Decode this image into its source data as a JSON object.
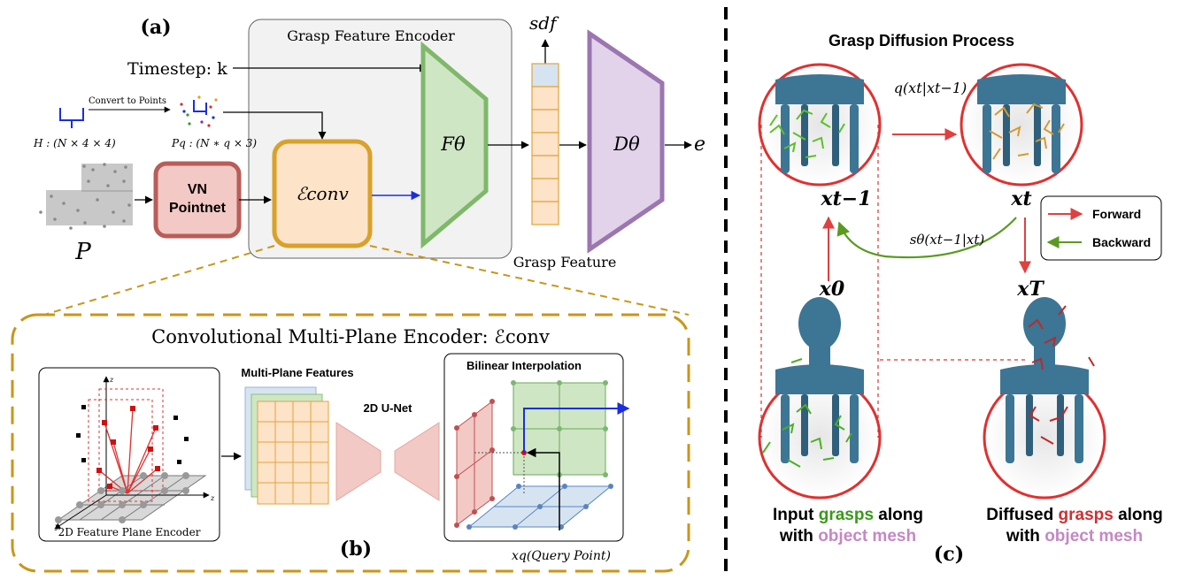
{
  "panel_a": {
    "label": "(a)",
    "encoder_title": "Grasp Feature Encoder",
    "timestep": "Timestep: k",
    "convert_label": "Convert to Points",
    "h_label": "H : (N × 4 × 4)",
    "pq_label": "Pq : (N ∗ q × 3)",
    "p_label": "P",
    "vn_line1": "VN",
    "vn_line2": "Pointnet",
    "econv": "ℰconv",
    "f_theta": "Fθ",
    "sdf": "sdf",
    "d_theta": "Dθ",
    "e": "e",
    "grasp_feature": "Grasp Feature"
  },
  "panel_b": {
    "title": "Convolutional Multi-Plane Encoder: ℰconv",
    "plane_encoder": "2D Feature Plane Encoder",
    "multi_plane": "Multi-Plane Features",
    "unet": "2D U-Net",
    "bilinear": "Bilinear Interpolation",
    "query": "xq(Query Point)",
    "label": "(b)",
    "axis_z": "z",
    "axis_y": "y",
    "axis_z2": "z"
  },
  "panel_c": {
    "title": "Grasp Diffusion Process",
    "q_label": "q(xt|xt−1)",
    "x_t_minus_1": "xt−1",
    "x_t": "xt",
    "s_label": "sθ(xt−1|xt)",
    "x_0": "x0",
    "x_T": "xT",
    "legend_forward": "Forward",
    "legend_backward": "Backward",
    "caption_left_1a": "Input ",
    "caption_left_1b": "grasps",
    "caption_left_1c": " along",
    "caption_left_2a": "with ",
    "caption_left_2b": "object mesh",
    "caption_right_1a": "Diffused ",
    "caption_right_1b": "grasps",
    "caption_right_1c": " along",
    "caption_right_2a": "with ",
    "caption_right_2b": "object mesh",
    "label": "(c)"
  },
  "colors": {
    "vn_fill": "#f2c9c4",
    "vn_stroke": "#b95d58",
    "econv_fill": "#fde3c8",
    "econv_stroke": "#d9a12b",
    "f_fill": "#cfe6c4",
    "f_stroke": "#7fb86b",
    "d_fill": "#e2d3ea",
    "d_stroke": "#9b76b0",
    "feature_fill": "#fde3c8",
    "feature_stroke": "#e2a33a",
    "forward": "#e04040",
    "backward": "#5a9a22",
    "grasp_green": "#3a9a1a",
    "grasp_red": "#d03030",
    "mesh_purple": "#c488c4",
    "chair": "#3d7594"
  }
}
